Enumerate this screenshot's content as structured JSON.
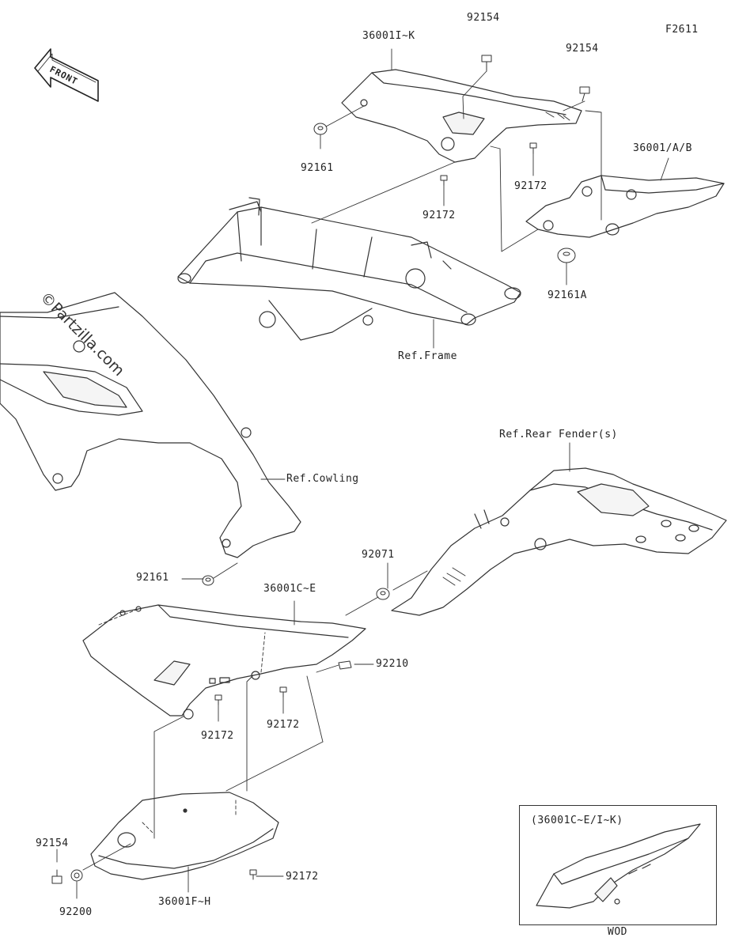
{
  "figure_id": "F2611",
  "front_label": "FRONT",
  "watermark": "©Partzilla.com",
  "refs": {
    "frame": "Ref.Frame",
    "cowling": "Ref.Cowling",
    "rear_fender": "Ref.Rear Fender(s)"
  },
  "parts": {
    "upper_left_cover": "36001I~K",
    "upper_right_cover": "36001/A/B",
    "bolt_top_1": "92154",
    "bolt_top_2": "92154",
    "grommet_left": "92161",
    "bolt_mid_1": "92172",
    "bolt_mid_2": "92172",
    "grommet_a": "92161A",
    "grommet_cowl": "92161",
    "damper": "92071",
    "side_cover": "36001C~E",
    "clip": "92210",
    "bolt_low_1": "92172",
    "bolt_low_2": "92172",
    "bolt_low_3": "92172",
    "bolt_bottom": "92154",
    "washer": "92200",
    "lower_cover": "36001F~H"
  },
  "inset": {
    "caption": "(36001C~E/I~K)",
    "footer": "WOD"
  }
}
